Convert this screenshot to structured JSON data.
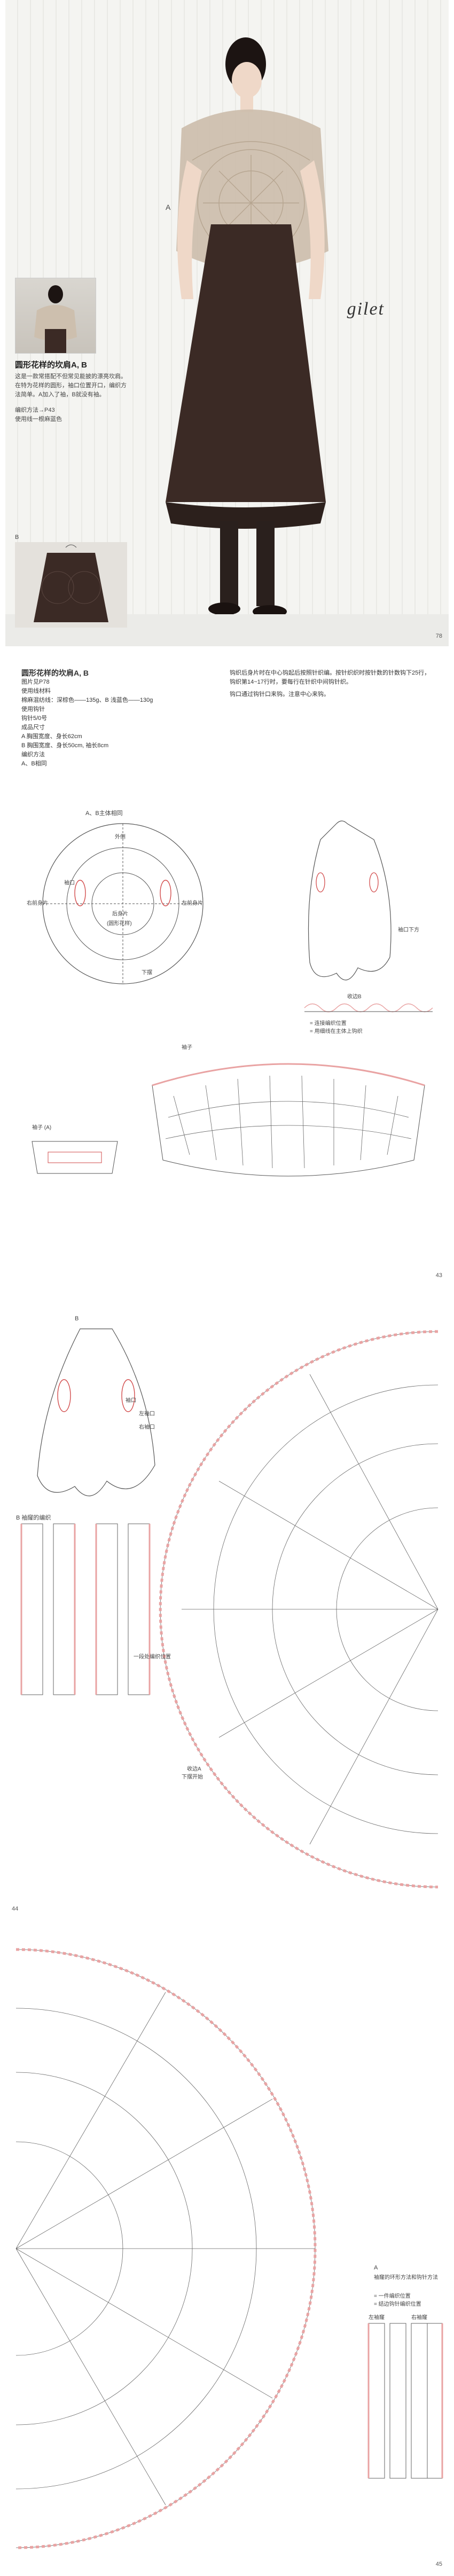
{
  "page1": {
    "label_a": "A",
    "label_b": "B",
    "gilet_word": "gilet",
    "title": "圆形花样的坎肩A, B",
    "description": "这是一款常搭配不但常见能披的漂亮坎肩。在特为花样的圆形，袖口位置开口，编织方法简单。A加入了袖，B就没有袖。",
    "method": "编织方法→P43",
    "note": "使用线一根麻蓝色",
    "page_number": "78"
  },
  "page2": {
    "title": "圆形花样的坎肩A, B",
    "photo_ref": "图片见P78",
    "materials_label": "使用线材料",
    "yarn_line": "棉麻混纺线：深棕色——135g、B 浅蓝色——130g",
    "hook": "使用钩针",
    "hook_size": "钩针5/0号",
    "size_label": "成品尺寸",
    "size_a": "A 胸围宽度、身长62cm",
    "size_b": "B 胸围宽度、身长50cm, 袖长8cm",
    "method_label": "编织方法",
    "method_value": "A、B相同",
    "right_text": "钩织后身片时在中心钩起后按照针织编。按针织织时按针数的针数钩下25行，钩织第14~17行时，要每行在针织中间钩针织。",
    "right_text2": "钩口通过钩针口来钩。注意中心来钩。",
    "diagram_title": "A、B主体相同",
    "label_outer": "外侧",
    "label_front_left": "左前身片",
    "label_front_right": "右前身片",
    "label_back": "后身片",
    "label_sleeve_opening": "袖口",
    "label_hem": "下摆",
    "label_circle": "(圆形花样)",
    "label_sleeve_detail": "袖口下方",
    "label_edging": "收边B",
    "legend_1": "= 连接编织位置",
    "legend_2": "= 用细线在主体上钩织",
    "label_sleeve": "袖子",
    "label_sleeve_a": "袖子 (A)",
    "page_number": "43"
  },
  "page3": {
    "label_b": "B",
    "label_sleeve_opening": "袖口",
    "label_left_sleeve": "左袖口",
    "label_right_sleeve": "右袖口",
    "label_b_sleeve": "B 袖窿的编织",
    "label_edge_a": "收边A",
    "label_connect": "一段处编织位置",
    "label_start": "下摆开始",
    "page_number": "44"
  },
  "page4": {
    "label_a": "A",
    "label_sleeve_title": "袖窿的环形方法和钩针方法",
    "legend_1": "= 一件编织位置",
    "legend_2": "= 结边钩针编织位置",
    "label_left": "左袖窿",
    "label_right": "右袖窿",
    "page_number": "45"
  },
  "colors": {
    "diagram_line": "#555555",
    "edge_pink": "#e9a3a3",
    "garment_dark": "#3b2a25",
    "lace_beige": "#cdbfae"
  }
}
